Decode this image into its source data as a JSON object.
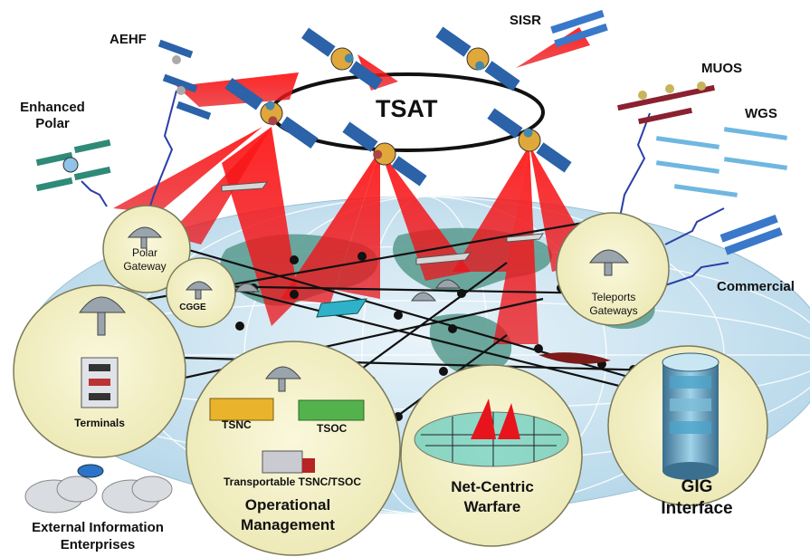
{
  "labels": {
    "tsat": "TSAT",
    "aehf": "AEHF",
    "sisr": "SISR",
    "muos": "MUOS",
    "wgs": "WGS",
    "enhanced_polar": "Enhanced Polar",
    "commercial": "Commercial",
    "polar_gateway": "Polar Gateway",
    "cgge": "CGGE",
    "teleports_gateways": "Teleports Gateways",
    "terminals": "Terminals",
    "tsnc": "TSNC",
    "tsoc": "TSOC",
    "transportable": "Transportable TSNC/TSOC",
    "operational_management": "Operational Management",
    "net_centric_warfare": "Net-Centric Warfare",
    "gig_interface": "GIG Interface",
    "external_information_enterprises": "External Information Enterprises"
  },
  "colors": {
    "beam": "#e8141b",
    "globe_sea": "#cfe6f2",
    "land": "#5f9f93",
    "circle_fill": "#f4f1c6",
    "circle_stroke": "#7a7a5a",
    "link": "#2c3ea8",
    "grid_line": "#111111"
  }
}
